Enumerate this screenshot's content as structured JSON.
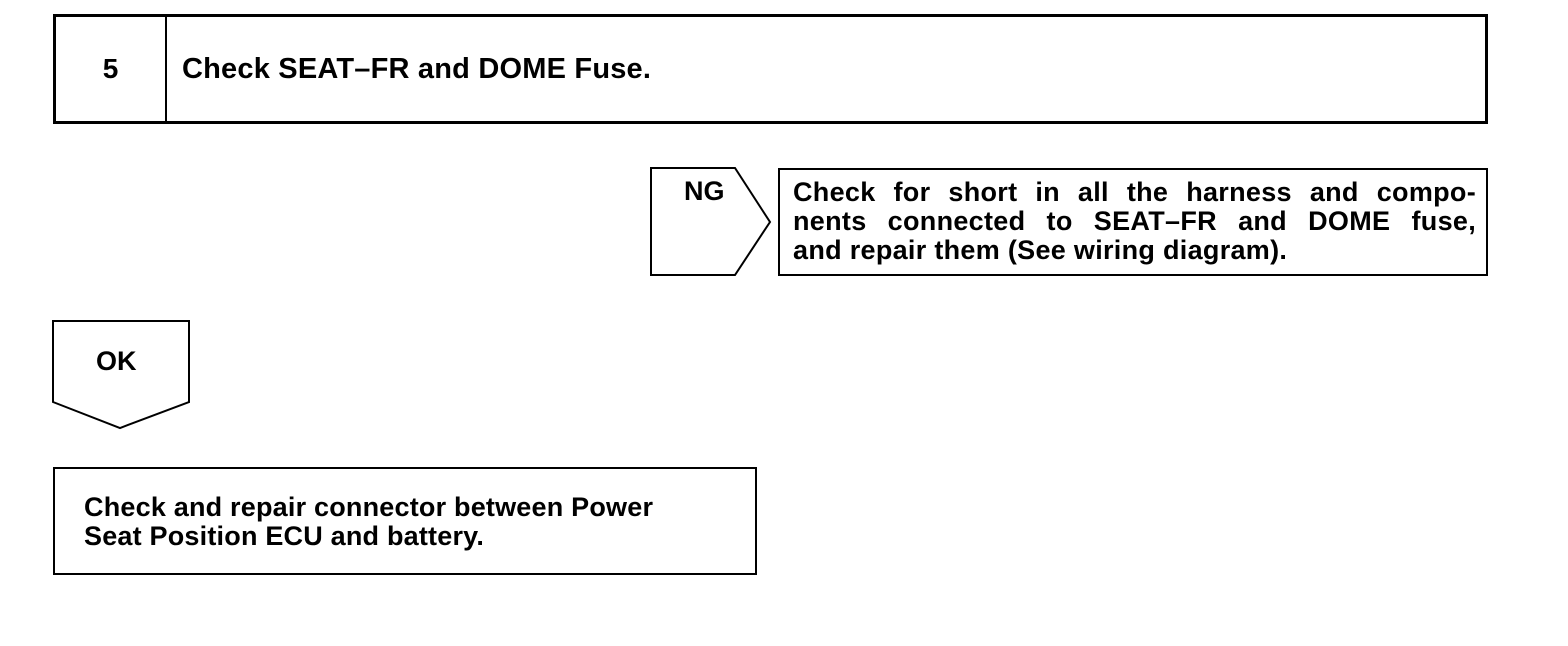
{
  "step": {
    "number": "5",
    "title": "Check SEAT–FR and DOME Fuse."
  },
  "ng_branch": {
    "label": "NG",
    "action_lines": [
      "Check for short in all the harness and compo-",
      "nents connected to SEAT–FR and DOME fuse,",
      "and repair them (See wiring diagram)."
    ]
  },
  "ok_branch": {
    "label": "OK",
    "action_lines": [
      "Check and repair connector between Power",
      "Seat Position ECU and battery."
    ]
  }
}
